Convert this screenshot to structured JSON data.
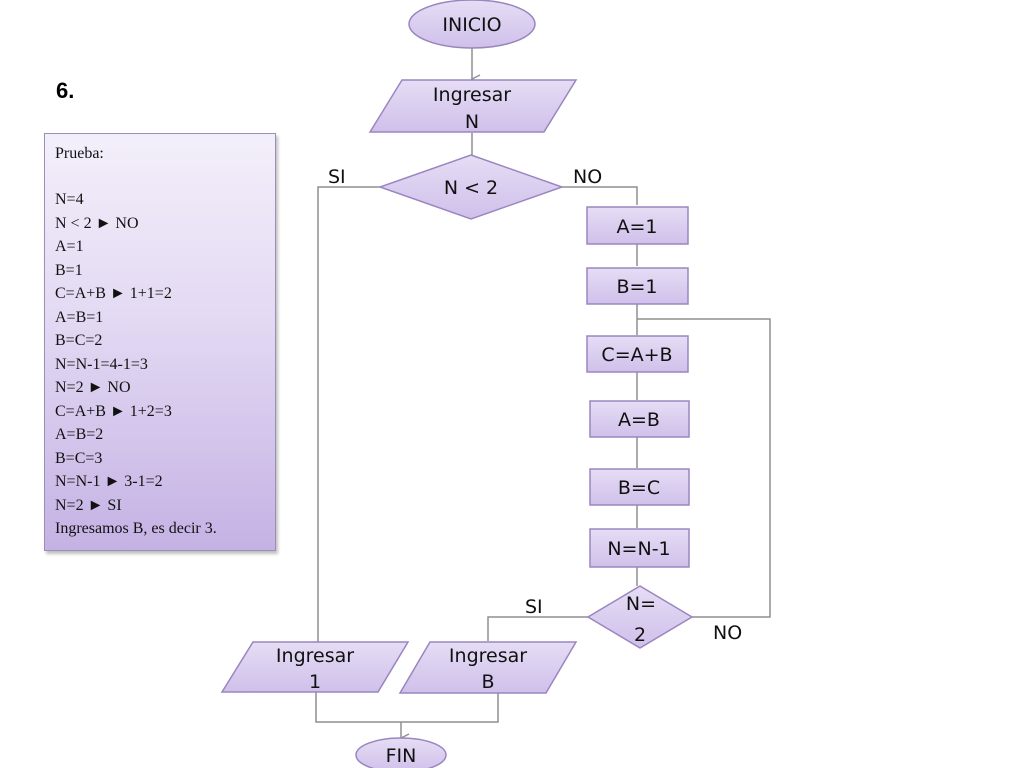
{
  "slide_number": "6.",
  "test_box": {
    "title": "Prueba:",
    "lines": [
      "N=4",
      "N < 2 ► NO",
      "A=1",
      "B=1",
      "C=A+B ► 1+1=2",
      "A=B=1",
      "B=C=2",
      "N=N-1=4-1=3",
      "N=2 ► NO",
      "C=A+B ► 1+2=3",
      "A=B=2",
      "B=C=3",
      "N=N-1 ► 3-1=2",
      "N=2 ► SI",
      "Ingresamos B, es decir 3."
    ]
  },
  "flowchart": {
    "start": "INICIO",
    "input_n": [
      "Ingresar",
      "N"
    ],
    "decision_1": "N < 2",
    "decision_1_yes": "SI",
    "decision_1_no": "NO",
    "step_a1": "A=1",
    "step_b1": "B=1",
    "step_c": "C=A+B",
    "step_ab": "A=B",
    "step_bc": "B=C",
    "step_n": "N=N-1",
    "decision_2": [
      "N=",
      "2"
    ],
    "decision_2_yes": "SI",
    "decision_2_no": "NO",
    "output_1": [
      "Ingresar",
      "1"
    ],
    "output_b": [
      "Ingresar",
      "B"
    ],
    "end": "FIN"
  },
  "colors": {
    "shape_fill": "#d9cdef",
    "shape_stroke": "#9b85c0",
    "line": "#8f8f8f"
  }
}
